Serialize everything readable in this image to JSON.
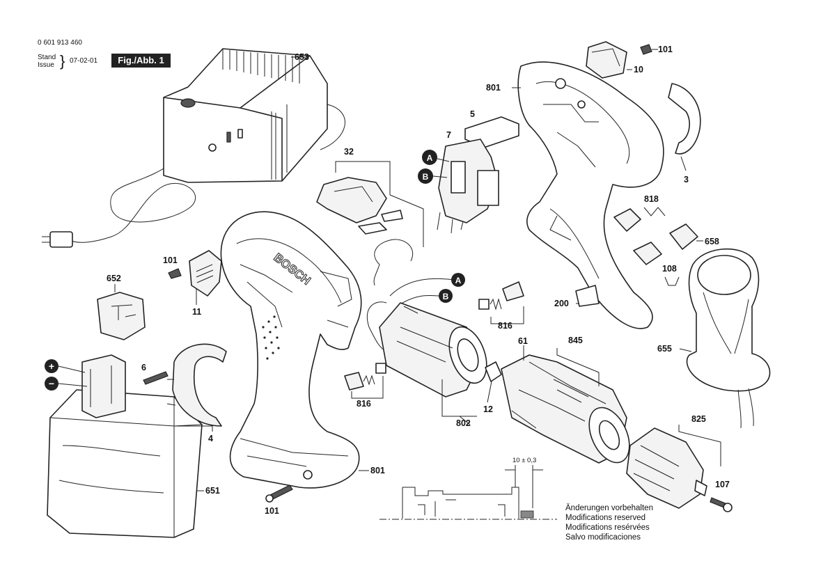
{
  "header": {
    "doc_number": "0 601 913 460",
    "stand_label": "Stand",
    "issue_label": "Issue",
    "date": "07-02-01",
    "figure_label": "Fig./Abb. 1"
  },
  "labels": {
    "p653": "653",
    "p101a": "101",
    "p10": "10",
    "p801a": "801",
    "p5": "5",
    "p7": "7",
    "p32": "32",
    "p3": "3",
    "p818": "818",
    "p658": "658",
    "p108": "108",
    "p101b": "101",
    "p11": "11",
    "p652": "652",
    "p200": "200",
    "p816a": "816",
    "p61": "61",
    "p845": "845",
    "p655": "655",
    "p6": "6",
    "p4": "4",
    "p816b": "816",
    "p12": "12",
    "p802": "802",
    "p825": "825",
    "p801b": "801",
    "p651": "651",
    "p101c": "101",
    "p107": "107"
  },
  "connectors": {
    "a": "A",
    "b": "B"
  },
  "polarity": {
    "plus": "+",
    "minus": "−"
  },
  "housing_brand": "BOSCH",
  "dimension": "10 ± 0,3",
  "notes": [
    "Änderungen vorbehalten",
    "Modifications reserved",
    "Modifications resérvées",
    "Salvo modificaciones"
  ]
}
